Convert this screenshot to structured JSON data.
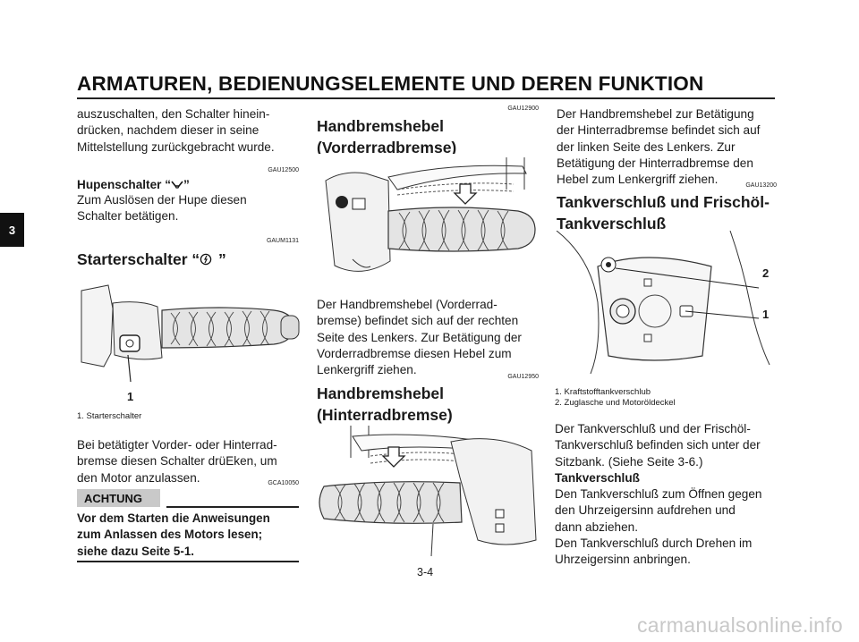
{
  "header": {
    "title": "ARMATUREN, BEDIENUNGSELEMENTE UND DEREN FUNKTION"
  },
  "side_tab": {
    "label": "3"
  },
  "col1": {
    "intro_lines": [
      "auszuschalten, den Schalter hinein-",
      "drücken, nachdem dieser in seine",
      "Mittelstellung zurückgebracht wurde."
    ],
    "horn_code": "GAU12500",
    "horn_heading": "Hupenschalter “",
    "horn_heading_end": "”",
    "horn_lines": [
      "Zum Auslösen der Hupe diesen",
      "Schalter betätigen."
    ],
    "starter_code": "GAUM1131",
    "starter_heading": "Starterschalter “",
    "starter_heading_end": " ”",
    "figure_callout": "1",
    "figure_caption": "1. Starterschalter",
    "starter_lines": [
      "Bei betätigter Vorder- oder Hinterrad-",
      "bremse diesen Schalter drüEken, um",
      "den Motor anzulassen."
    ],
    "caution_code": "GCA10050",
    "caution_label": "ACHTUNG",
    "caution_lines": [
      "Vor dem Starten die Anweisungen",
      "zum Anlassen des Motors lesen;",
      "siehe dazu Seite 5-1."
    ]
  },
  "col2": {
    "front_code": "GAU12900",
    "front_heading_lines": [
      "Handbremshebel",
      "(Vorderradbremse)"
    ],
    "front_lines": [
      "Der Handbremshebel (Vorderrad-",
      "bremse) befindet sich auf der rechten",
      "Seite des Lenkers. Zur Betätigung der",
      "Vorderradbremse diesen Hebel zum",
      "Lenkergriff ziehen."
    ],
    "rear_code": "GAU12950",
    "rear_heading_lines": [
      "Handbremshebel",
      "(Hinterradbremse)"
    ]
  },
  "col3": {
    "rear_lines": [
      "Der Handbremshebel zur Betätigung",
      "der Hinterradbremse befindet sich auf",
      "der linken Seite des Lenkers. Zur",
      "Betätigung der Hinterradbremse den",
      "Hebel zum Lenkergriff ziehen."
    ],
    "tank_code": "GAU13200",
    "tank_heading_lines": [
      "Tankverschluß und Frischöl-",
      "Tankverschluß"
    ],
    "callouts": [
      "2",
      "1"
    ],
    "captions": [
      "1. Kraftstofftankverschlub",
      "2. Zuglasche und Motoröldeckel"
    ],
    "tank_lines": [
      "Der Tankverschluß und der Frischöl-",
      "Tankverschluß befinden sich unter der",
      "Sitzbank. (Siehe Seite 3-6.)"
    ],
    "sub_heading": "Tankverschluß",
    "sub_lines": [
      "Den Tankverschluß zum Öffnen gegen",
      "den Uhrzeigersinn aufdrehen und",
      "dann abziehen.",
      "Den Tankverschluß durch Drehen im",
      "Uhrzeigersinn anbringen."
    ]
  },
  "page_number": "3-4",
  "watermark": "carmanualsonline.info"
}
